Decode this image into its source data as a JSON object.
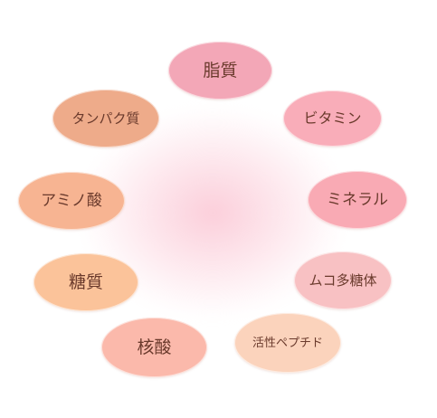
{
  "nodes": {
    "lipid": {
      "label": "脂質",
      "color": "#f3a7b7"
    },
    "vitamin": {
      "label": "ビタミン",
      "color": "#f9adb9"
    },
    "mineral": {
      "label": "ミネラル",
      "color": "#f9aab4"
    },
    "muco": {
      "label": "ムコ多糖体",
      "color": "#f8c1c3"
    },
    "peptide": {
      "label": "活性ペプチド",
      "color": "#fbd3bc"
    },
    "nucleic": {
      "label": "核酸",
      "color": "#fbb9ab"
    },
    "sugar": {
      "label": "糖質",
      "color": "#fbc39a"
    },
    "amino": {
      "label": "アミノ酸",
      "color": "#f7b492"
    },
    "protein": {
      "label": "タンパク質",
      "color": "#eeab8a"
    }
  },
  "center_glow_color": "#fbc6d4"
}
